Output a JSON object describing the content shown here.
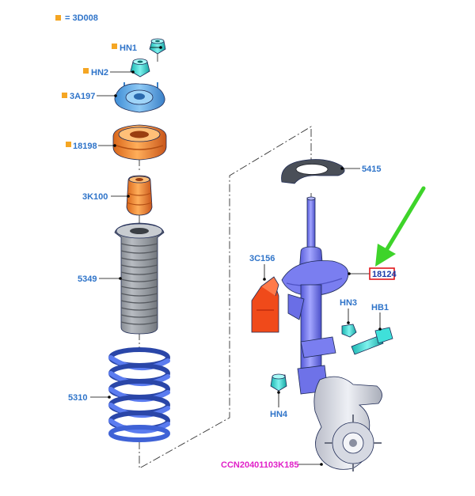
{
  "legend": {
    "code": "3D008",
    "marker_color": "#f5a623"
  },
  "callouts": {
    "hn1": "HN1",
    "hn2": "HN2",
    "p3a197": "3A197",
    "p18198": "18198",
    "p3k100": "3K100",
    "p5349": "5349",
    "p5310": "5310",
    "p5415": "5415",
    "p3c156": "3C156",
    "p18124": "18124",
    "hn3": "HN3",
    "hb1": "HB1",
    "hn4": "HN4",
    "knuckle": "CCN20401103K185"
  },
  "colors": {
    "label": "#2f74c9",
    "knuckle_label": "#e020c8",
    "highlight_box": "#e0161b",
    "pointer_arrow": "#3ed42a",
    "strut": "#7a7ef0",
    "spring": "#3f62d6",
    "mount": "#5aa8e6",
    "bushing_orange": "#f08a2a",
    "bracket_red": "#f04a1a",
    "fastener_cyan": "#27d6d0",
    "boot_grey": "#8a8f96"
  },
  "icons": [
    "square-marker-icon",
    "green-arrow-icon"
  ]
}
